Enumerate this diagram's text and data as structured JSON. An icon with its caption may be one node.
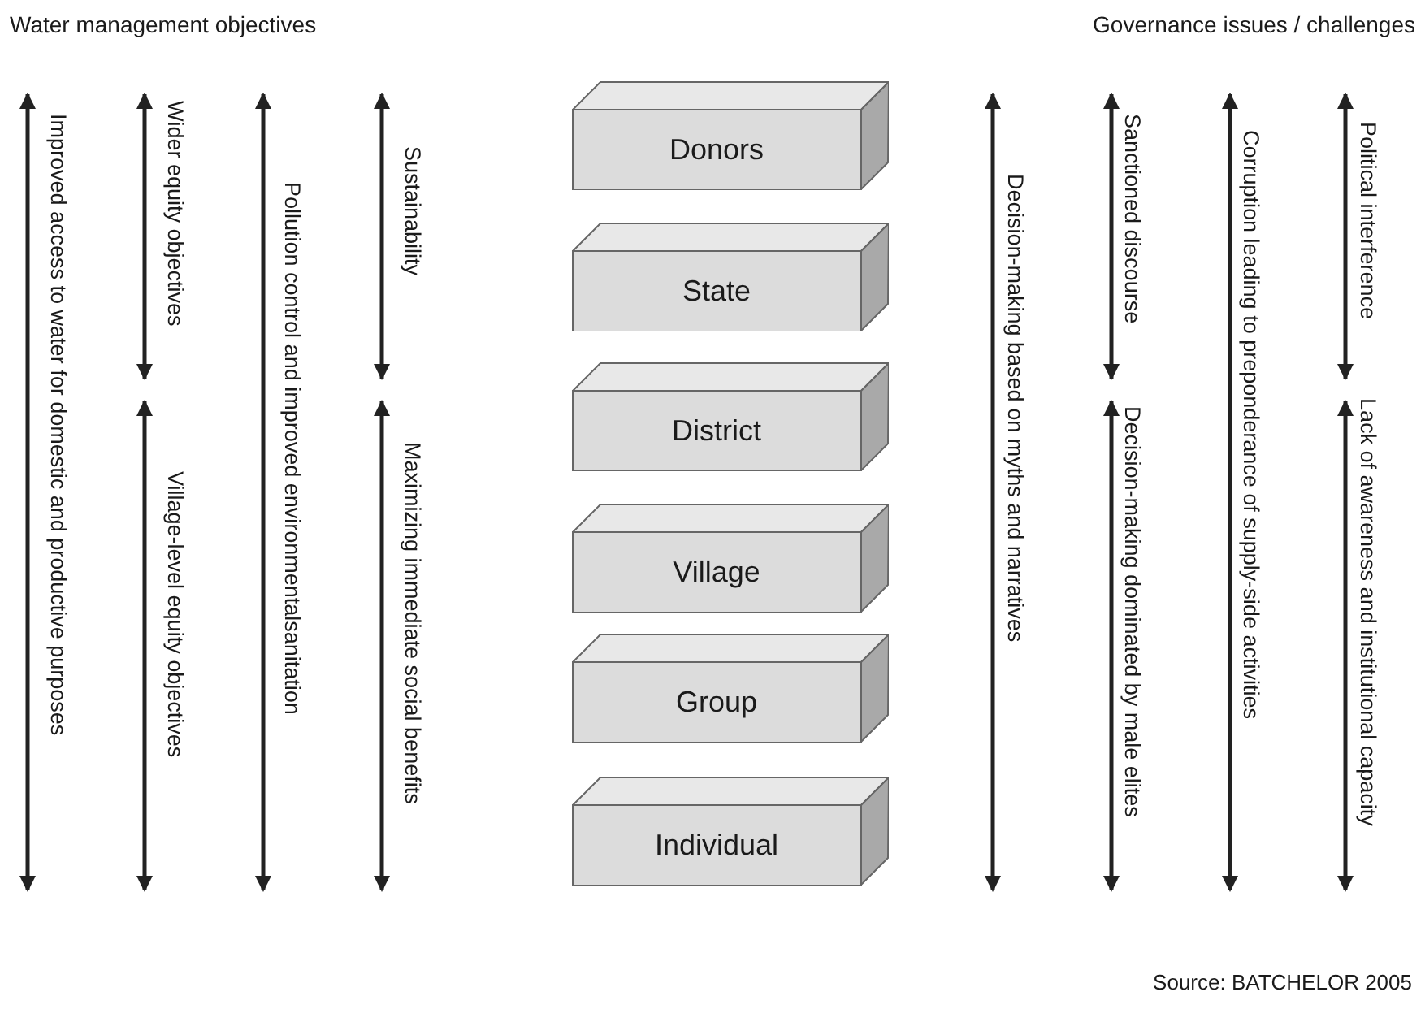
{
  "diagram": {
    "caption": "Source: BATCHELOR 2005",
    "nodes": [
      {
        "text": [
          "Donors"
        ]
      },
      {
        "text": [
          "State"
        ]
      },
      {
        "text": [
          "District"
        ]
      },
      {
        "text": [
          "Village"
        ]
      },
      {
        "text": [
          "Group"
        ]
      },
      {
        "text": [
          "Individual"
        ]
      }
    ],
    "labels": [
      "Water management objectives",
      "Governance issues / challenges",
      "Improved access to water for domestic and productive purposes",
      "Wider equity objectives",
      "Village-level equity objectives",
      "Pollution control and improved environmentalsanitation",
      "Sustainability",
      "Maximizing immediate social benefits",
      "Decision-making based on myths and narratives",
      "Sanctioned discourse",
      "Decision-making dominated by male elites",
      "Corruption leading to preponderance of supply-side activities",
      "Political interference",
      "Lack of awareness and institutional capacity"
    ]
  }
}
